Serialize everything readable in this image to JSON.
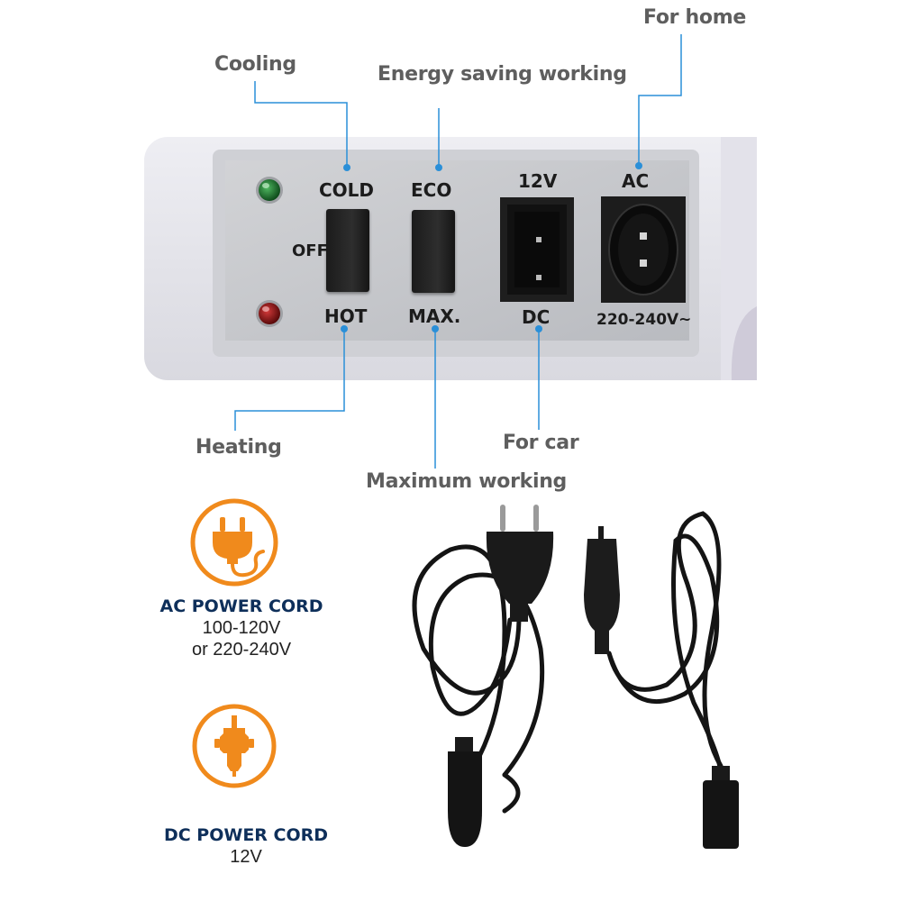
{
  "callouts": {
    "cooling": "Cooling",
    "energy_saving": "Energy saving working",
    "for_home": "For home",
    "heating": "Heating",
    "maximum_working": "Maximum working",
    "for_car": "For car"
  },
  "panel": {
    "cold": "COLD",
    "eco": "ECO",
    "off": "OFF",
    "hot": "HOT",
    "max": "MAX.",
    "v12": "12V",
    "dc": "DC",
    "ac": "AC",
    "ac_voltage": "220-240V~"
  },
  "legend": {
    "ac_title": "AC POWER CORD",
    "ac_line1": "100-120V",
    "ac_line2": "or 220-240V",
    "dc_title": "DC POWER CORD",
    "dc_line1": "12V"
  },
  "colors": {
    "accent_orange": "#f08a1c",
    "line_blue": "#2a8fd8",
    "title_navy": "#0e2f5a",
    "led_green": "#1f7a2e",
    "led_red": "#8b1414"
  },
  "icons": [
    "plug-icon",
    "car-plug-icon"
  ]
}
